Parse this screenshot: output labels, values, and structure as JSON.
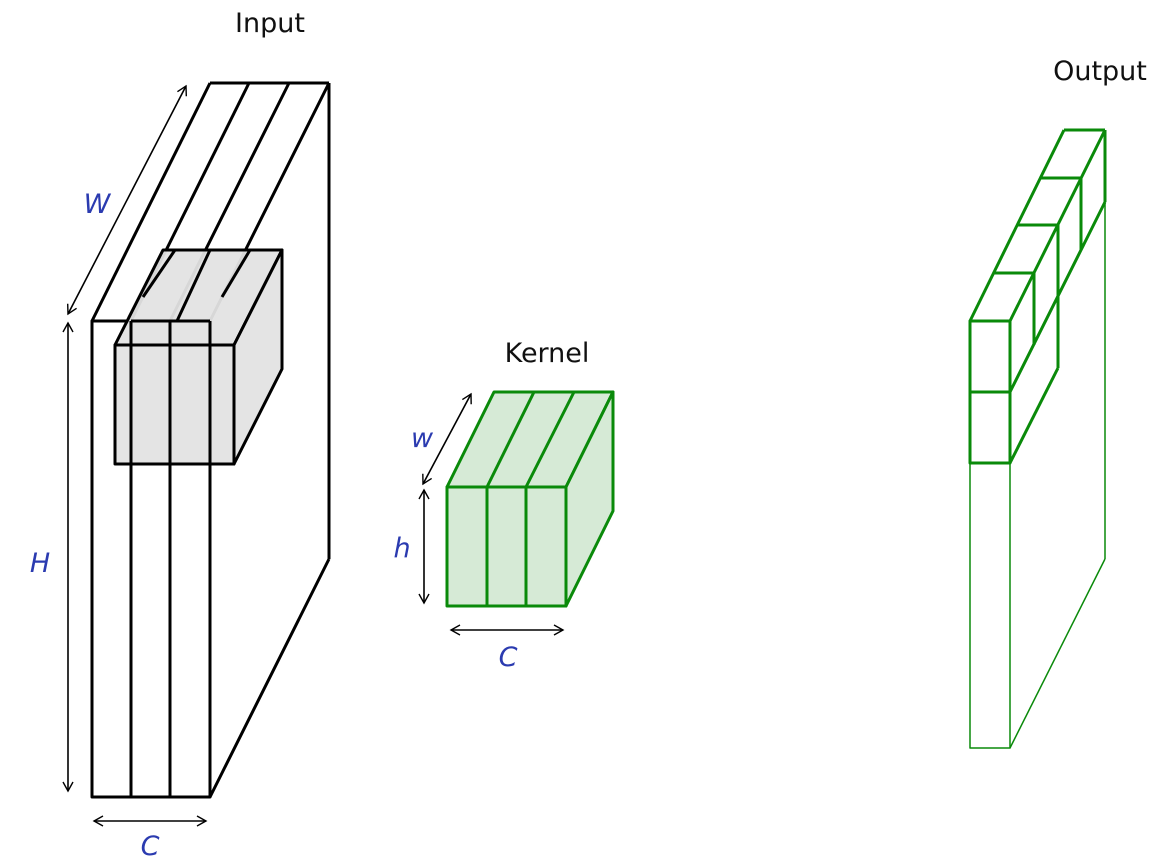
{
  "labels": {
    "input_title": "Input",
    "kernel_title": "Kernel",
    "output_title": "Output"
  },
  "dimensions": {
    "input_width": "W",
    "input_height": "H",
    "input_channels": "C",
    "kernel_width": "w",
    "kernel_height": "h",
    "kernel_channels": "C"
  },
  "colors": {
    "outline": "#000000",
    "kernel_green": "#0a8a0a",
    "kernel_fill": "#d6ead6",
    "window_fill": "#e3e3e3",
    "dimension_label": "#2b3bb0"
  }
}
